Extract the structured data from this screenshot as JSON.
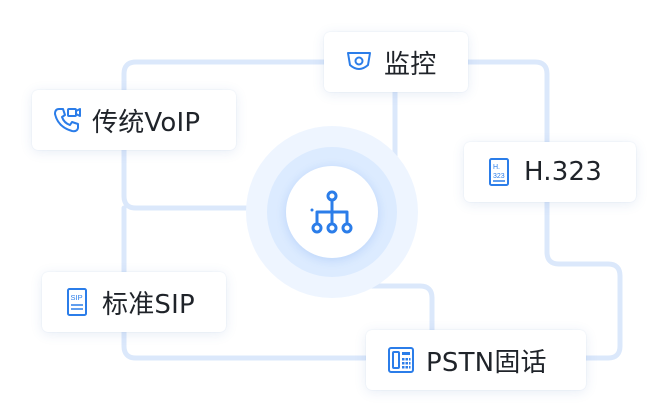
{
  "nodes": {
    "monitor": {
      "label": "监控",
      "icon": "camera-icon"
    },
    "voip": {
      "label": "传统VoIP",
      "icon": "phone-icon"
    },
    "h323": {
      "label": "H.323",
      "icon": "h323-doc-icon",
      "icon_text_top": "H.",
      "icon_text_bottom": "323"
    },
    "sip": {
      "label": "标准SIP",
      "icon": "sip-doc-icon",
      "icon_text": "SIP"
    },
    "pstn": {
      "label": "PSTN固话",
      "icon": "desk-phone-icon"
    }
  },
  "hub": {
    "icon": "network-hierarchy-icon"
  },
  "colors": {
    "accent": "#2b7de9",
    "line": "#dbe8fb",
    "text": "#1f2329"
  }
}
